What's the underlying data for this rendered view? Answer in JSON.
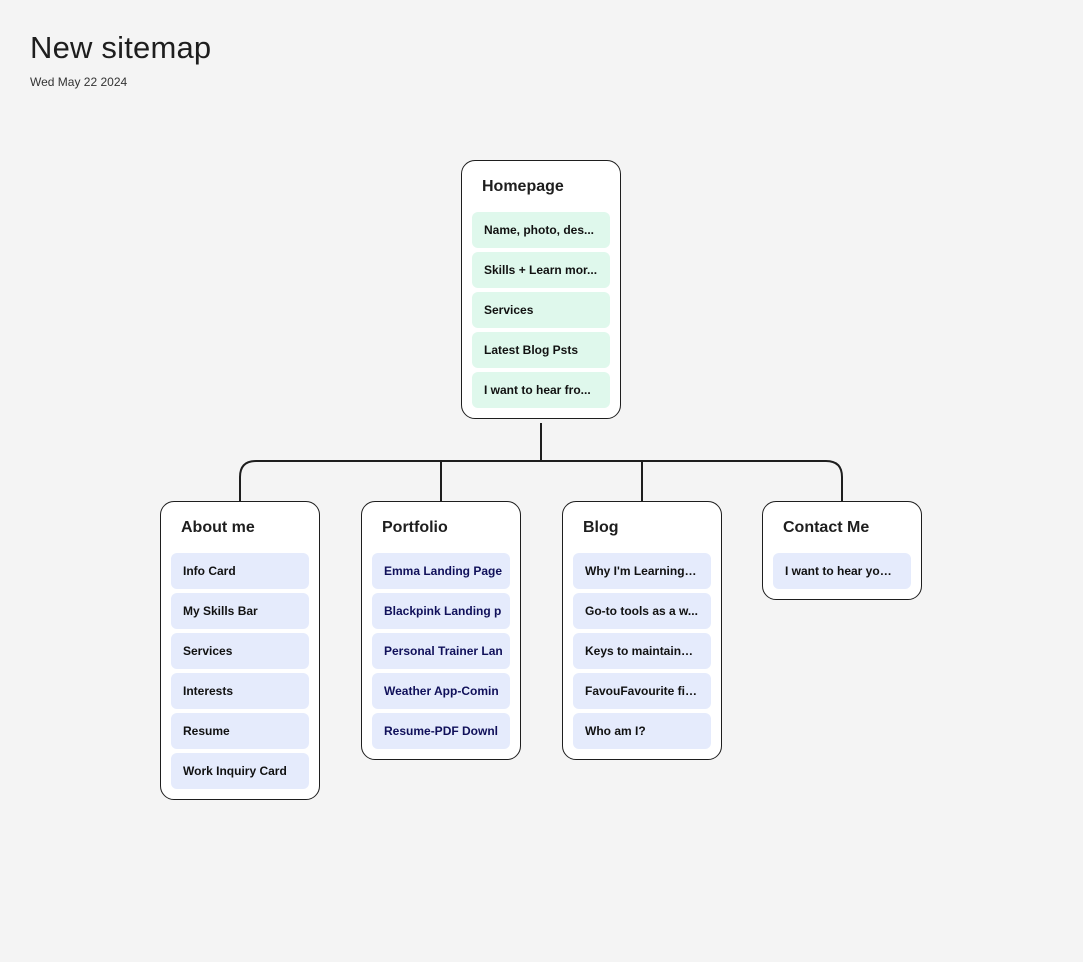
{
  "title": "New sitemap",
  "date": "Wed May 22 2024",
  "colors": {
    "background": "#f4f4f4",
    "home_item_bg": "#dff8ec",
    "child_item_bg": "#e5ebfc",
    "portfolio_text": "#10105a",
    "border": "#1e1e1e"
  },
  "home": {
    "title": "Homepage",
    "items": [
      "Name, photo, des...",
      "Skills + Learn mor...",
      "Services",
      "Latest Blog Psts",
      "I want to hear fro..."
    ]
  },
  "about": {
    "title": "About me",
    "items": [
      "Info Card",
      "My Skills Bar",
      "Services",
      "Interests",
      "Resume",
      "Work Inquiry Card"
    ]
  },
  "portfolio": {
    "title": "Portfolio",
    "items": [
      "Emma Landing Page",
      "Blackpink Landing p",
      "Personal Trainer Lan",
      "Weather App-Comin",
      "Resume-PDF Downl"
    ]
  },
  "blog": {
    "title": "Blog",
    "items": [
      "Why I'm Learning t...",
      "Go-to tools as a w...",
      "Keys to maintaing ...",
      "FavouFavourite fic...",
      "Who am I?"
    ]
  },
  "contact": {
    "title": "Contact Me",
    "items": [
      "I want to hear you ..."
    ]
  }
}
